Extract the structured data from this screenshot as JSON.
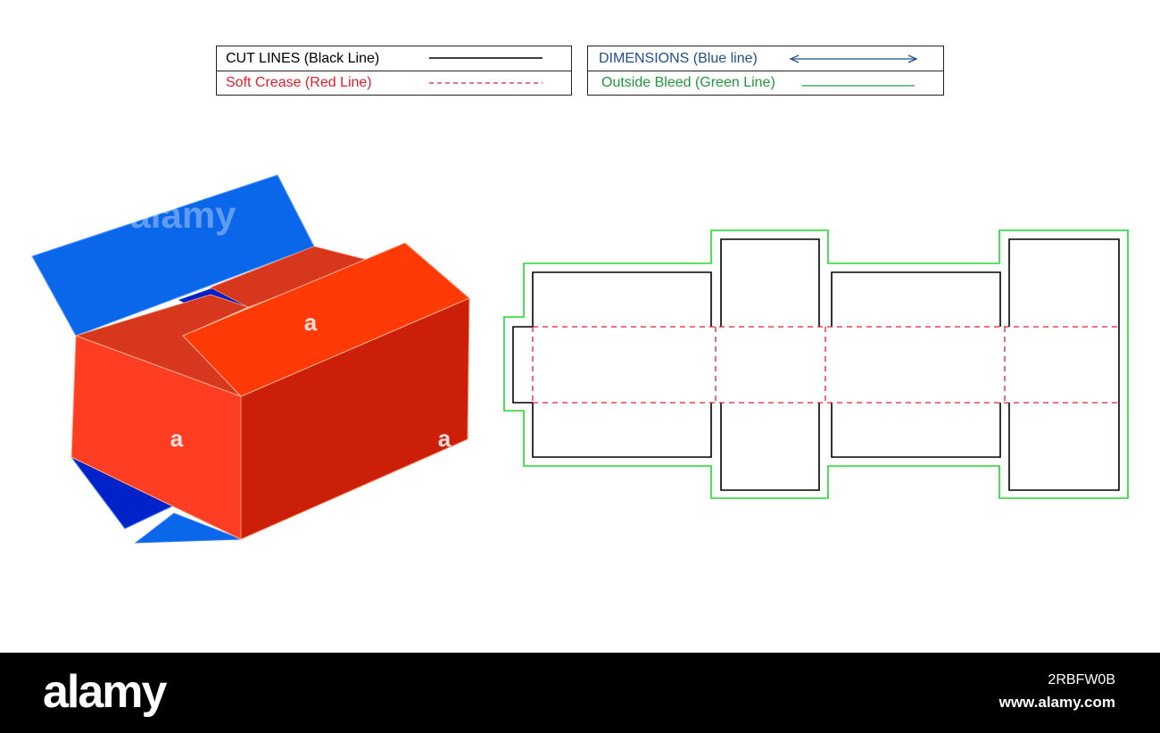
{
  "legend": {
    "cut_lines": {
      "label": "CUT LINES (Black Line)",
      "color": "#000000"
    },
    "soft_crease": {
      "label": "Soft Crease (Red Line)",
      "color": "#e0202a"
    },
    "dimensions": {
      "label": "DIMENSIONS (Blue line)",
      "color": "#1f4f8f"
    },
    "outside_bleed": {
      "label": "Outside Bleed (Green Line)",
      "color": "#1f9a3a"
    }
  },
  "colors": {
    "box_orange": "#ff3d22",
    "box_dark_red": "#cc1f0a",
    "box_top_orange": "#ff3a06",
    "box_inner_red": "#d7371c",
    "flap_blue": "#0a67ea",
    "flap_dark_blue": "#0022c8",
    "bleed_green": "#22d82a",
    "crease_red": "#e0202a"
  },
  "illustration": {
    "panel_letters": [
      "a",
      "a",
      "a"
    ],
    "watermark": "alamy"
  },
  "footer": {
    "logo": "alamy",
    "image_id": "2RBFW0B",
    "url": "www.alamy.com"
  }
}
